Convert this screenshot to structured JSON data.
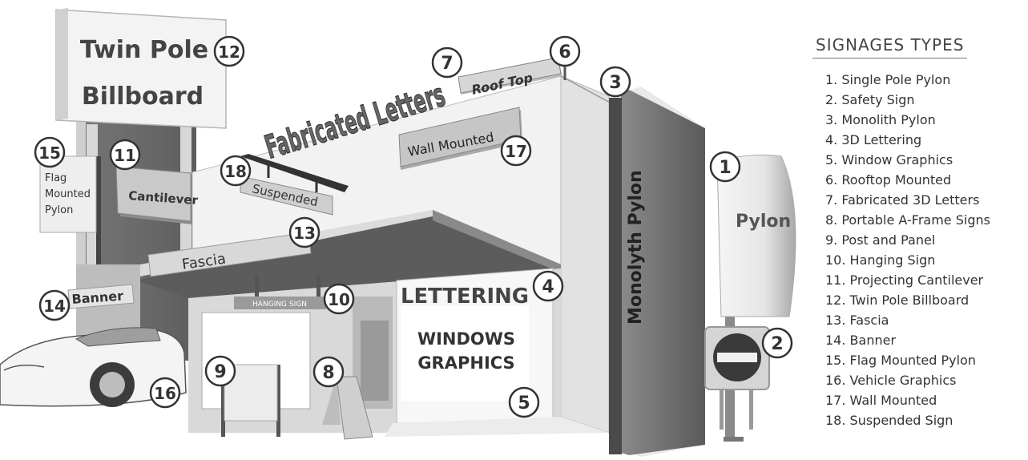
{
  "legend": {
    "title": "SIGNAGES TYPES",
    "items": [
      "1. Single Pole Pylon",
      "2. Safety Sign",
      "3. Monolith Pylon",
      "4. 3D Lettering",
      "5. Window Graphics",
      "6. Rooftop Mounted",
      "7. Fabricated 3D Letters",
      "8. Portable A-Frame Signs",
      "9. Post and Panel",
      "10. Hanging Sign",
      "11. Projecting Cantilever",
      "12. Twin Pole Billboard",
      "13. Fascia",
      "14. Banner",
      "15. Flag Mounted Pylon",
      "16. Vehicle Graphics",
      "17. Wall Mounted",
      "18. Suspended Sign"
    ]
  },
  "signs": {
    "billboard_line1": "Twin Pole",
    "billboard_line2": "Billboard",
    "fabricated": "Fabricated Letters",
    "rooftop": "Roof Top",
    "wall_mounted": "Wall Mounted",
    "suspended": "Suspended",
    "cantilever": "Cantilever",
    "flag_line1": "Flag",
    "flag_line2": "Mounted",
    "flag_line3": "Pylon",
    "fascia": "Fascia",
    "banner": "Banner",
    "hanging": "HANGING SIGN",
    "lettering": "LETTERING",
    "windows_line1": "WINDOWS",
    "windows_line2": "GRAPHICS",
    "monolith": "Monolyth Pylon",
    "pylon": "Pylon"
  },
  "markers": [
    "1",
    "2",
    "3",
    "4",
    "5",
    "6",
    "7",
    "8",
    "9",
    "10",
    "11",
    "12",
    "13",
    "14",
    "15",
    "16",
    "17",
    "18"
  ]
}
